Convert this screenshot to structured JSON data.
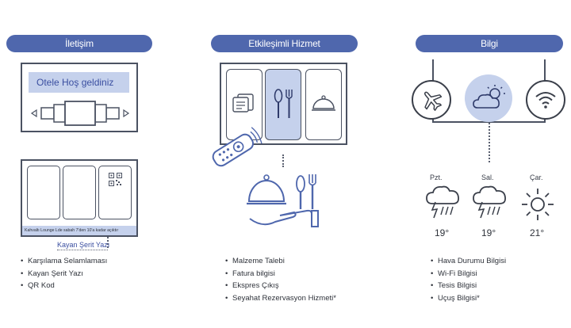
{
  "columns": [
    {
      "title": "İletişim",
      "welcome_text": "Otele Hoş geldiniz",
      "ticker_text": "Kahvaltı Lounge Lde sabah 7'den 10'a kadar açıktır",
      "ticker_label": "Kayan Şerit Yazı",
      "bullets": [
        "Karşılama Selamlaması",
        "Kayan Şerit Yazı",
        "QR Kod"
      ]
    },
    {
      "title": "Etkileşimli Hizmet",
      "bullets": [
        "Malzeme Talebi",
        "Fatura bilgisi",
        "Ekspres Çıkış",
        "Seyahat Rezervasyon Hizmeti*"
      ]
    },
    {
      "title": "Bilgi",
      "forecast": [
        {
          "day": "Pzt.",
          "temp": "19°",
          "icon": "storm-rain-icon"
        },
        {
          "day": "Sal.",
          "temp": "19°",
          "icon": "storm-rain-icon"
        },
        {
          "day": "Çar.",
          "temp": "21°",
          "icon": "sun-icon"
        }
      ],
      "bullets": [
        "Hava Durumu Bilgisi",
        "Wi-Fi Bilgisi",
        "Tesis Bilgisi",
        "Uçuş Bilgisi*"
      ]
    }
  ],
  "colors": {
    "accent": "#4f67ad",
    "highlight": "#c5d1ec",
    "outline": "#4b5262"
  }
}
